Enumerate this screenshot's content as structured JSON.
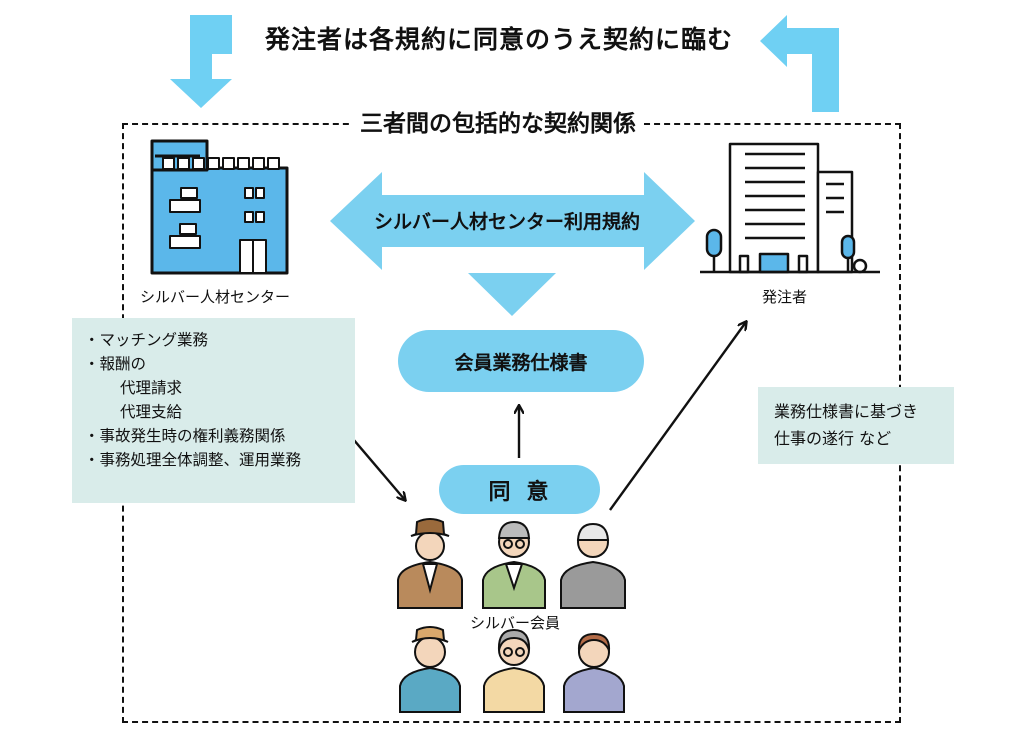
{
  "header": {
    "agreement_text": "発注者は各規約に同意のうえ契約に臨む",
    "frame_title": "三者間の包括的な契約関係"
  },
  "parties": {
    "center": "シルバー人材センター",
    "client": "発注者",
    "members": "シルバー会員"
  },
  "rules_label": "シルバー人材センター利用規約",
  "spec_label": "会員業務仕様書",
  "consent_label": "同意",
  "center_duties": {
    "items": [
      "・マッチング業務",
      "・報酬の",
      "代理請求",
      "代理支給",
      "・事故発生時の権利義務関係",
      "・事務処理全体調整、運用業務"
    ]
  },
  "client_duties": {
    "line1": "業務仕様書に基づき",
    "line2": "仕事の遂行 など"
  },
  "colors": {
    "accent_blue": "#7bd0f0",
    "panel_teal": "#d9ecea",
    "building_blue": "#5bb7ea"
  }
}
